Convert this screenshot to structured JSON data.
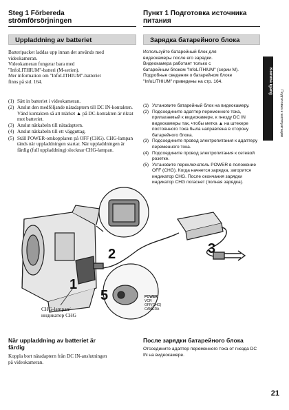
{
  "left": {
    "title_line1": "Steg 1 Förbereda",
    "title_line2": "strömförsörjningen",
    "section_bar": "Uppladdning av batteriet",
    "intro": [
      "Batteripacket laddas upp innan det används med",
      "videokameran.",
      "Videokameran fungerar bara med",
      "\"InfoLITHIUM\"-batteri (M-serien).",
      "Mer information om \"InfoLITHIUM\"-batteriet",
      "finns på sid. 164."
    ],
    "steps": [
      {
        "num": "(1)",
        "text": "Sätt in batteriet i videokameran."
      },
      {
        "num": "(2)",
        "text": "Anslut den medföljande nätadaptern till DC IN-kontakten. Vänd kontakten så att märket ▲ på DC-kontakten är riktat mot batteriet."
      },
      {
        "num": "(3)",
        "text": "Anslut nätkabeln till nätadaptern."
      },
      {
        "num": "(4)",
        "text": "Anslut nätkabeln till ett vägguttag."
      },
      {
        "num": "(5)",
        "text": "Ställ POWER-omkopplaren på OFF (CHG). CHG-lampan tänds när uppladdningen startar. När uppladdningen är färdig (full uppladdning) slocknar CHG-lampan."
      }
    ],
    "bottom_title_line1": "När uppladdning av batteriet är",
    "bottom_title_line2": "färdig",
    "bottom_text": "Koppla bort nätadaptern från DC IN-anslutningen på videokameran."
  },
  "right": {
    "title_line1": "Пункт 1 Подготовка источника",
    "title_line2": "питания",
    "section_bar": "Зарядка батарейного блока",
    "intro": [
      "Используйте батарейный блок для",
      "видеокамеры после его зарядки.",
      "Видеокамера работает только с",
      "батарейным блоком \"InfoLITHIUM\" (серии M).",
      "Подробные сведения о батарейном блоке",
      "\"InfoLITHIUM\" приведены на стр. 164."
    ],
    "steps": [
      {
        "num": "(1)",
        "text": "Установите батарейный блок на видеокамеру."
      },
      {
        "num": "(2)",
        "text": "Подсоедините адаптер переменного тока, прилагаемый к видеокамере, к гнезду DC IN видеокамеры так, чтобы метка ▲ на штекере постоянного тока была направлена в сторону батарейного блока."
      },
      {
        "num": "(3)",
        "text": "Подсоедините провод электропитания к адаптеру переменного тока."
      },
      {
        "num": "(4)",
        "text": "Подсоедините провод электропитания к сетевой розетке."
      },
      {
        "num": "(5)",
        "text": "Установите переключатель POWER в положение OFF (CHG). Когда начнется зарядка, загорится индикатор CHG. После окончания зарядки индикатор CHG погаснет (полная зарядка)."
      }
    ],
    "bottom_title": "После зарядки батарейного блока",
    "bottom_text": "Отсоедините адаптер переменного тока от гнезда DC IN на видеокамере."
  },
  "side_tab": "Komma igång",
  "side_tab_ru": "Подготовка к эксплуатации",
  "illustration": {
    "callouts": [
      "1",
      "2",
      "3",
      "5"
    ],
    "caption_line1": "CHG-lampan/",
    "caption_line2": "индикатор CHG",
    "switch_power": "POWER",
    "switch_vcr": "VCR",
    "switch_off": "OFF(CHG)",
    "switch_camera": "CAMERA"
  },
  "page_number": "21"
}
